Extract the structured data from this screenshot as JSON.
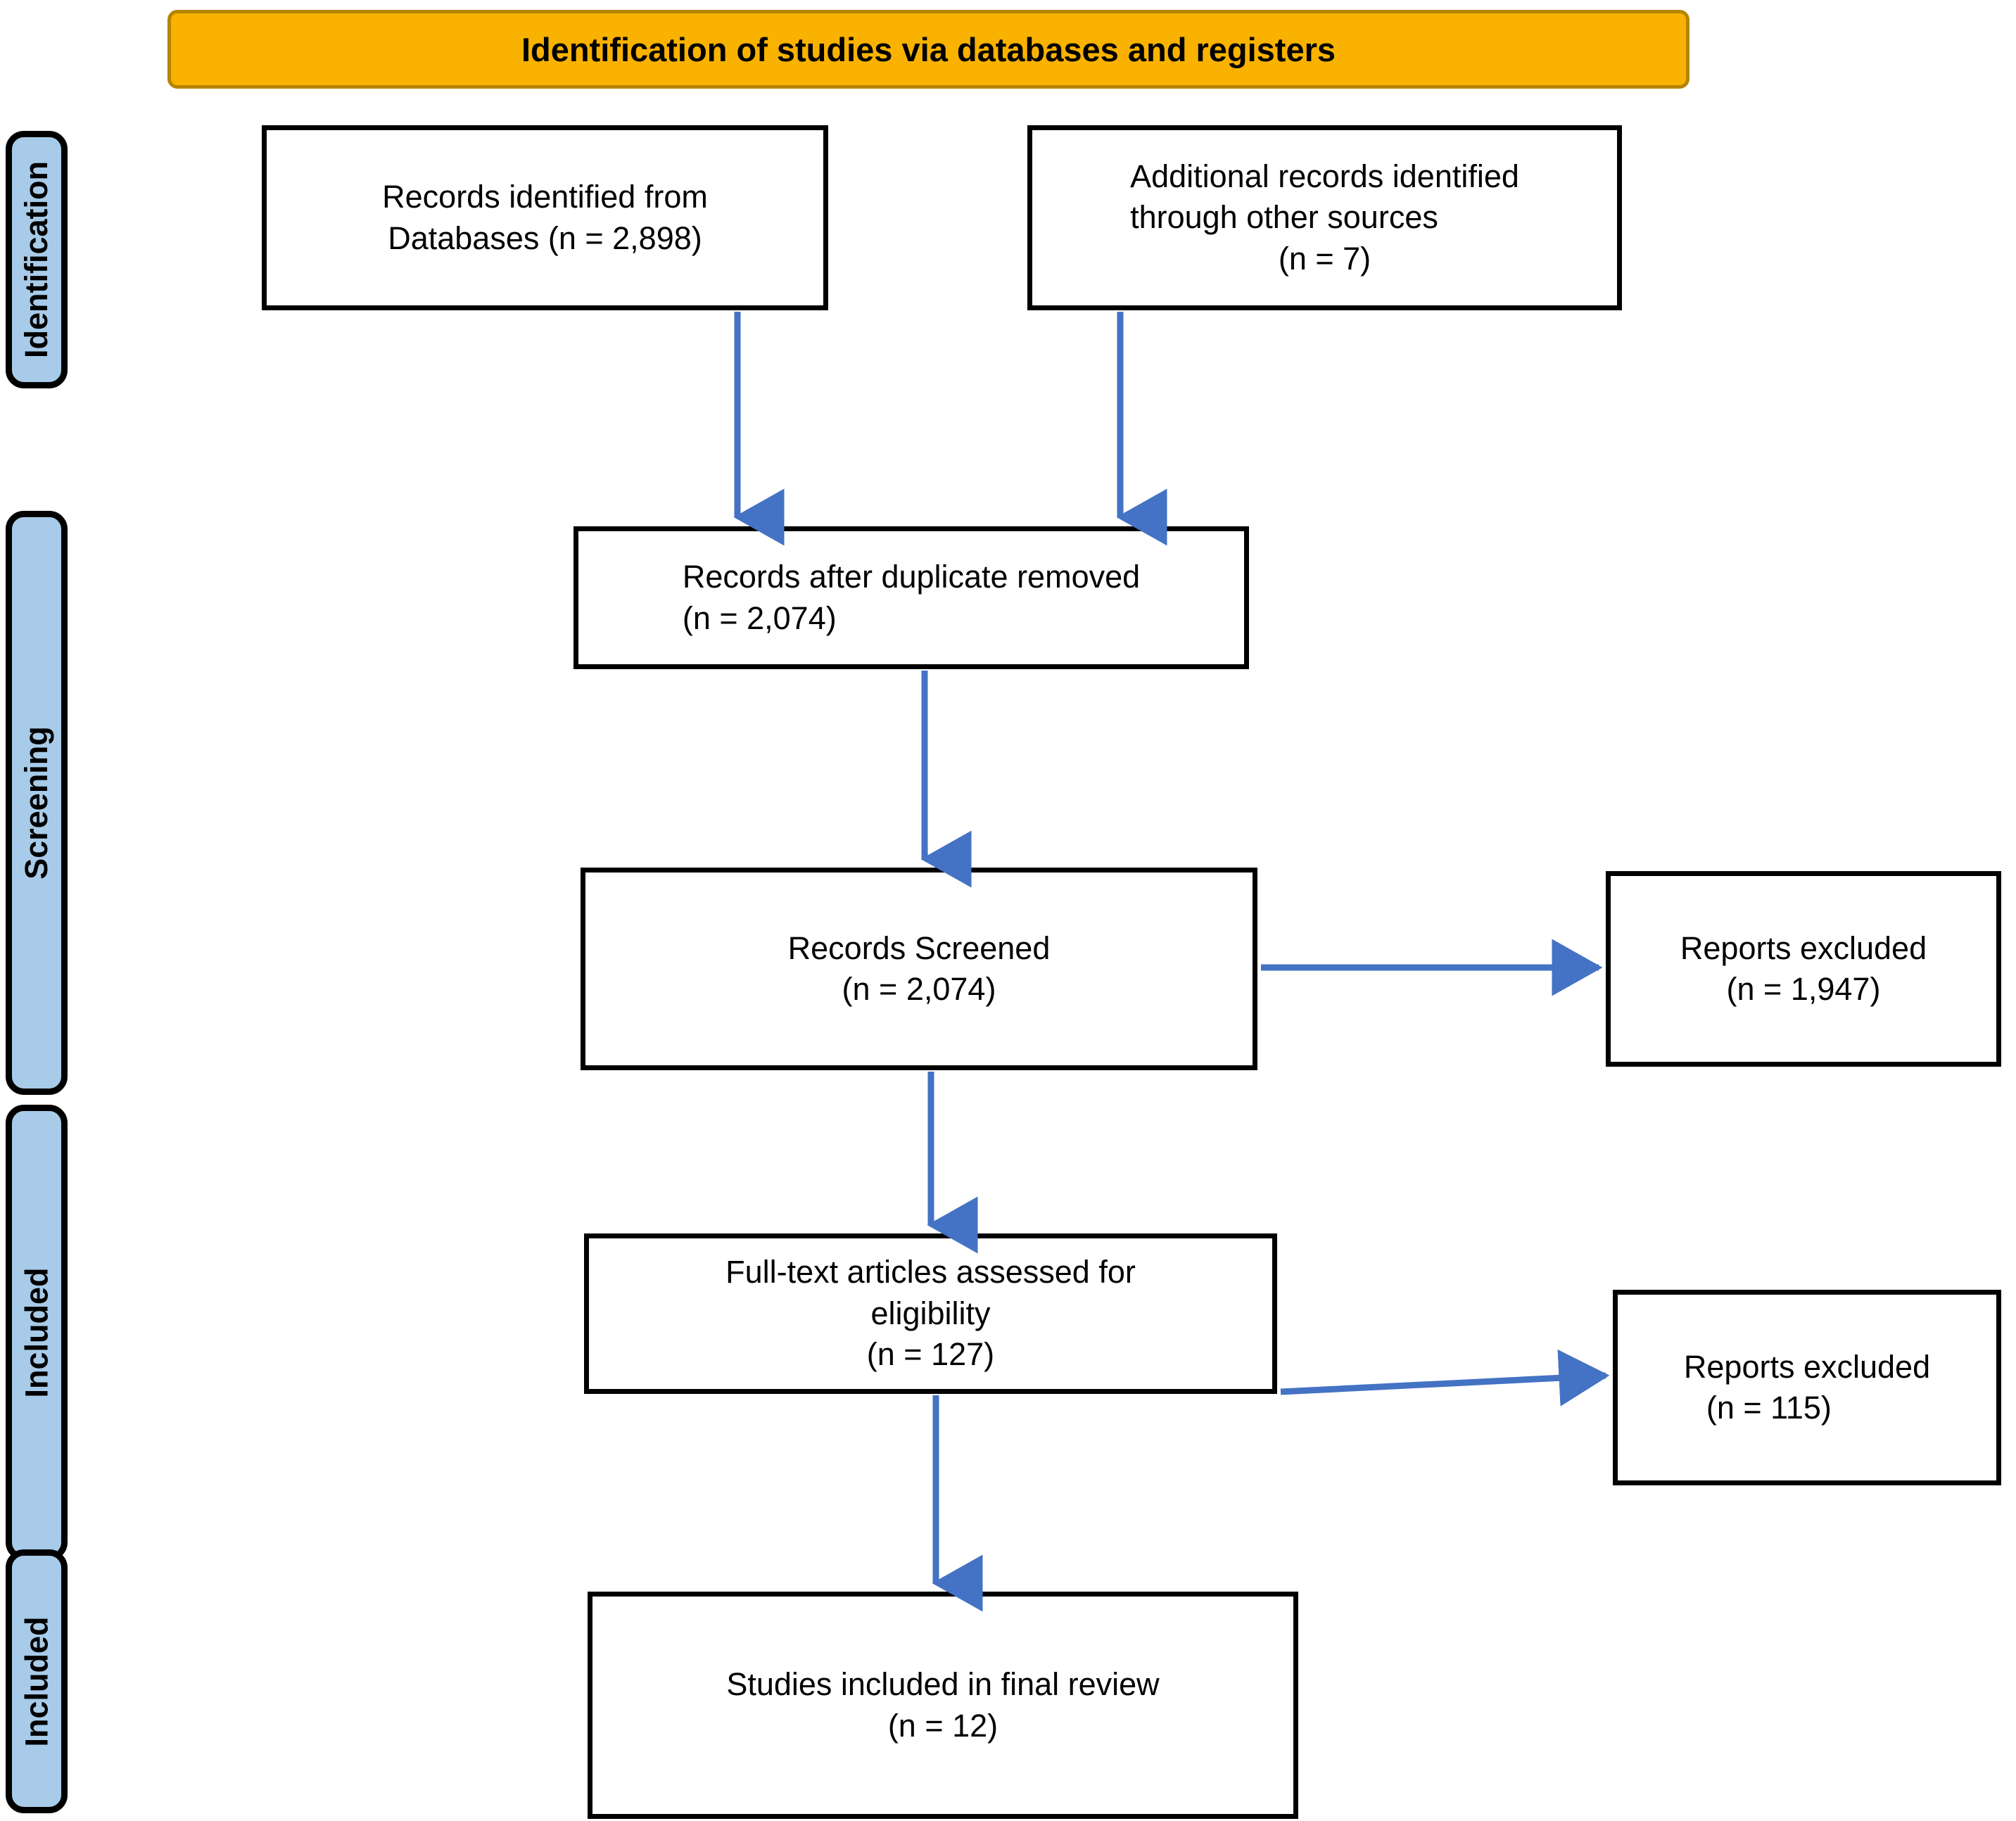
{
  "diagram": {
    "title": "Identification of studies via databases and registers",
    "accent_blue": "#4472C4",
    "banner_fill": "#F9B200",
    "banner_border": "#B58500",
    "stage_fill": "#A7CBE8",
    "box_border": "#000000"
  },
  "header": {
    "label": "Identification of studies via databases and registers"
  },
  "stages": [
    {
      "label": "Identification"
    },
    {
      "label": "Screening"
    },
    {
      "label": "Included"
    },
    {
      "label": "Included"
    }
  ],
  "boxes": {
    "records_databases": {
      "line1": "Records identified from",
      "line2": "Databases (n = 2,898)",
      "count": "2,898"
    },
    "records_other": {
      "line1": "Additional records identified",
      "line2": "through other sources",
      "line3": "(n = 7)",
      "count": "7"
    },
    "after_duplicates": {
      "line1": "Records after duplicate removed",
      "line2": "(n = 2,074)",
      "count": "2,074"
    },
    "records_screened": {
      "line1": "Records Screened",
      "line2": "(n = 2,074)",
      "count": "2,074"
    },
    "excluded_screening": {
      "line1": "Reports excluded",
      "line2": "(n = 1,947)",
      "count": "1,947"
    },
    "fulltext_assessed": {
      "line1": "Full-text articles assessed for",
      "line2": "eligibility",
      "line3": "(n = 127)",
      "count": "127"
    },
    "excluded_eligibility": {
      "line1": "Reports excluded",
      "line2": "(n = 115)",
      "count": "115"
    },
    "included_final": {
      "line1": "Studies included in final review",
      "line2": "(n = 12)",
      "count": "12"
    }
  },
  "chart_data": {
    "type": "flowchart",
    "title": "Identification of studies via databases and registers",
    "nodes": [
      {
        "id": "records_databases",
        "label": "Records identified from Databases",
        "n": 2898,
        "stage": "Identification"
      },
      {
        "id": "records_other",
        "label": "Additional records identified through other sources",
        "n": 7,
        "stage": "Identification"
      },
      {
        "id": "after_duplicates",
        "label": "Records after duplicate removed",
        "n": 2074,
        "stage": "Screening"
      },
      {
        "id": "records_screened",
        "label": "Records Screened",
        "n": 2074,
        "stage": "Screening"
      },
      {
        "id": "excluded_screening",
        "label": "Reports excluded",
        "n": 1947,
        "stage": "Screening"
      },
      {
        "id": "fulltext_assessed",
        "label": "Full-text articles assessed for eligibility",
        "n": 127,
        "stage": "Included"
      },
      {
        "id": "excluded_eligibility",
        "label": "Reports excluded",
        "n": 115,
        "stage": "Included"
      },
      {
        "id": "included_final",
        "label": "Studies included in final review",
        "n": 12,
        "stage": "Included"
      }
    ],
    "edges": [
      {
        "from": "records_databases",
        "to": "after_duplicates",
        "direction": "down"
      },
      {
        "from": "records_other",
        "to": "after_duplicates",
        "direction": "down"
      },
      {
        "from": "after_duplicates",
        "to": "records_screened",
        "direction": "down"
      },
      {
        "from": "records_screened",
        "to": "excluded_screening",
        "direction": "right"
      },
      {
        "from": "records_screened",
        "to": "fulltext_assessed",
        "direction": "down"
      },
      {
        "from": "fulltext_assessed",
        "to": "excluded_eligibility",
        "direction": "right"
      },
      {
        "from": "fulltext_assessed",
        "to": "included_final",
        "direction": "down"
      }
    ]
  }
}
